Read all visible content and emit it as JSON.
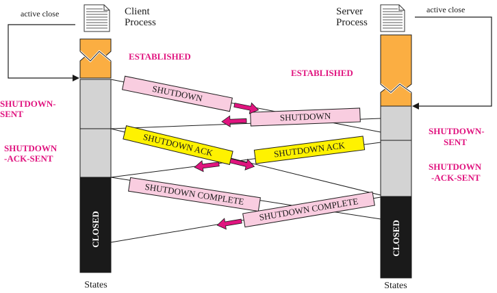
{
  "client": {
    "title_line1": "Client",
    "title_line2": "Process",
    "active_close": "active close",
    "states_label": "States",
    "closed_label": "CLOSED",
    "established": "ESTABLISHED",
    "shutdown_sent_1": "SHUTDOWN-",
    "shutdown_sent_2": "SENT",
    "shutdown_ack_sent_1": "SHUTDOWN",
    "shutdown_ack_sent_2": "-ACK-SENT"
  },
  "server": {
    "title_line1": "Server",
    "title_line2": "Process",
    "active_close": "active close",
    "states_label": "States",
    "closed_label": "CLOSED",
    "established": "ESTABLISHED",
    "shutdown_sent_1": "SHUTDOWN-",
    "shutdown_sent_2": "SENT",
    "shutdown_ack_sent_1": "SHUTDOWN",
    "shutdown_ack_sent_2": "-ACK-SENT"
  },
  "messages": {
    "shutdown_client": "SHUTDOWN",
    "shutdown_server": "SHUTDOWN",
    "shutdown_ack_client": "SHUTDOWN ACK",
    "shutdown_ack_server": "SHUTDOWN ACK",
    "shutdown_complete_client": "SHUTDOWN COMPLETE",
    "shutdown_complete_server": "SHUTDOWN COMPLETE"
  },
  "colors": {
    "state_text": "#e0147f",
    "orange": "#fbae42",
    "gray": "#d3d3d3",
    "black": "#1a1a1a",
    "pink_box": "#f9cde0",
    "yellow_box": "#fff200",
    "arrow": "#e0147f"
  }
}
